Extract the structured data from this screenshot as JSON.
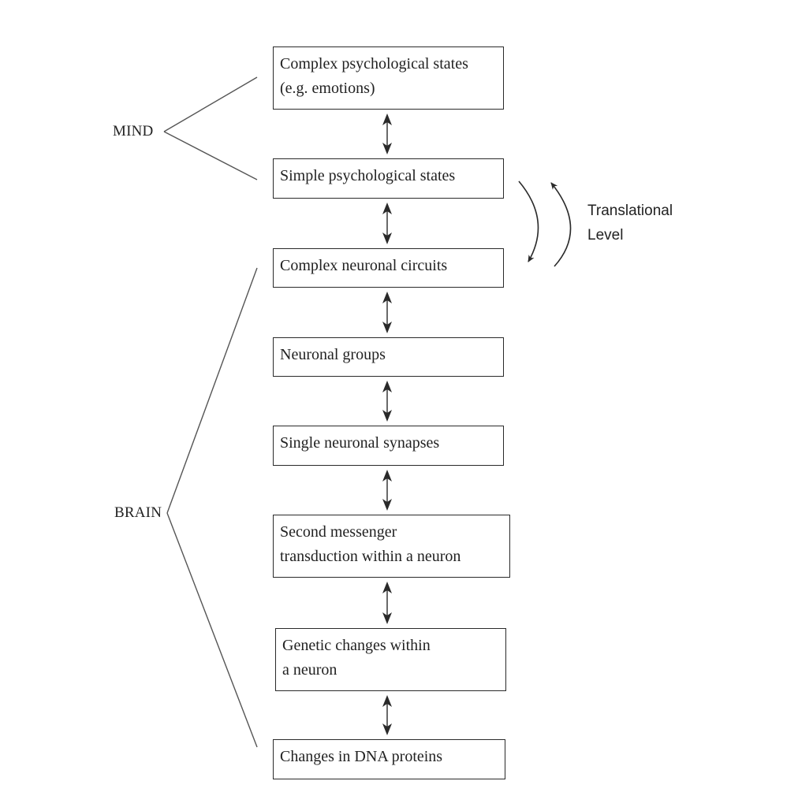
{
  "levels": [
    {
      "id": "complex-psych",
      "text": "Complex psychological states\n(e.g. emotions)"
    },
    {
      "id": "simple-psych",
      "text": "Simple psychological states"
    },
    {
      "id": "complex-circuits",
      "text": "Complex neuronal circuits"
    },
    {
      "id": "neuronal-groups",
      "text": "Neuronal groups"
    },
    {
      "id": "single-synapses",
      "text": "Single neuronal synapses"
    },
    {
      "id": "second-messenger",
      "text": "Second messenger\ntransduction within a neuron"
    },
    {
      "id": "genetic-changes",
      "text": "Genetic changes within\na neuron"
    },
    {
      "id": "dna-proteins",
      "text": "Changes in DNA proteins"
    }
  ],
  "groups": {
    "mind": "MIND",
    "brain": "BRAIN"
  },
  "translational_label": "Translational\nLevel",
  "colors": {
    "line": "#2a2a2a",
    "text": "#222222"
  }
}
